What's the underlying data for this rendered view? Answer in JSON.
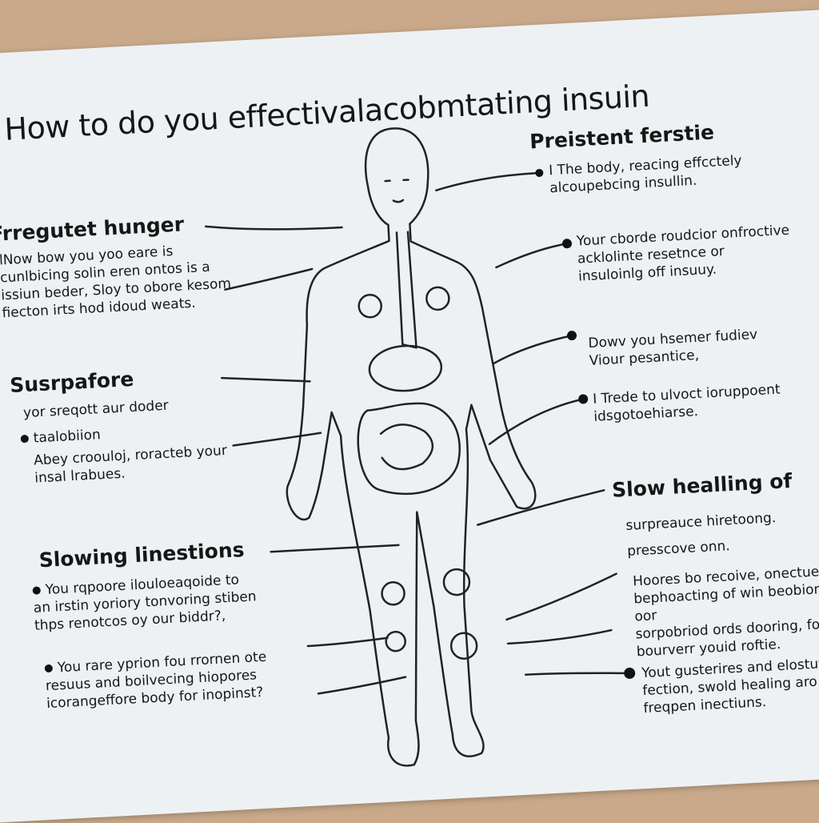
{
  "title": "How to  do you effectivalacobmtating insuin",
  "left": {
    "frequent_hunger": {
      "heading": "Frregutet hunger",
      "body": "lNow bow you yoo eare is\ncunlbicing solin eren ontos is a\nissiun beder,  Sloy to obore kesom\nfiecton irts hod idoud weats."
    },
    "surpafore": {
      "heading": "Susrpafore",
      "items": [
        "yor sreqott aur doder",
        "taalobiion",
        "Abey croouloj, roracteb your\ninsal lrabues."
      ]
    },
    "slowing": {
      "heading": "Slowing linestions",
      "items": [
        "You rqpoore ilouloeaqoide to\nan irstin yoriory tonvoring stiben\nthps renotcos oy our biddr?,",
        "You rare yprion fou rrornen ote\nresuus and boilvecing hiopores\nicorangeffore body for inopinst?"
      ]
    }
  },
  "right": {
    "persistent": {
      "heading": "Preistent ferstie",
      "items": [
        "I The body, reacing effcctely\nalcoupebcing insullin.",
        "Your cborde roudcior onfroctive\nacklolinte resetnce or\ninsuloinlg off insuuy.",
        "Dowv you hsemer fudiev\nViour pesantice,",
        "I Trede to ulvoct ioruppoent\nidsgotoehiarse."
      ]
    },
    "slow_healing": {
      "heading": "Slow healling of",
      "sub": "surpreauce hiretoong.\npresscove onn.",
      "items": [
        "Hoores bo recoive, onectuey,\nbephoacting of win beobior, oor\nsorpobriod ords dooring, foy\nbourverr youid roftie.",
        "Yout gusterires and elostut\nfection, swold healing aro\nfreqpen inectiuns."
      ]
    }
  },
  "figure": {
    "icon": "human-body-anatomy"
  },
  "colors": {
    "paper": "#eef1f3",
    "background": "#c9a98a",
    "ink": "#161616"
  }
}
